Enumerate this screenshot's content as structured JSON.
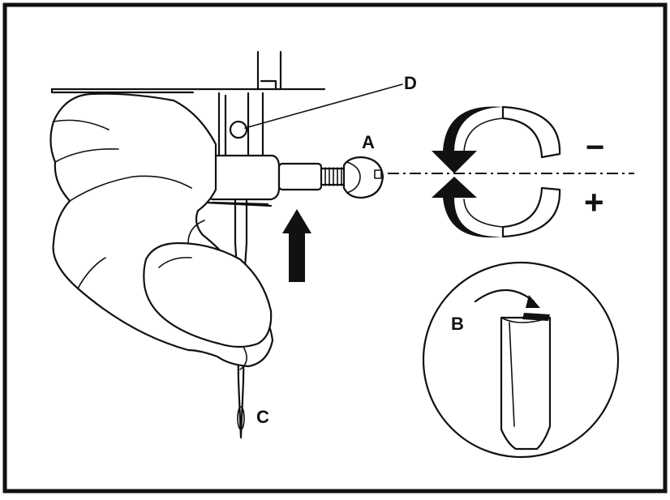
{
  "labels": {
    "a": "A",
    "b": "B",
    "c": "C",
    "d": "D",
    "minus": "−",
    "plus": "+"
  },
  "colors": {
    "ink": "#111111",
    "paper": "#ffffff"
  }
}
